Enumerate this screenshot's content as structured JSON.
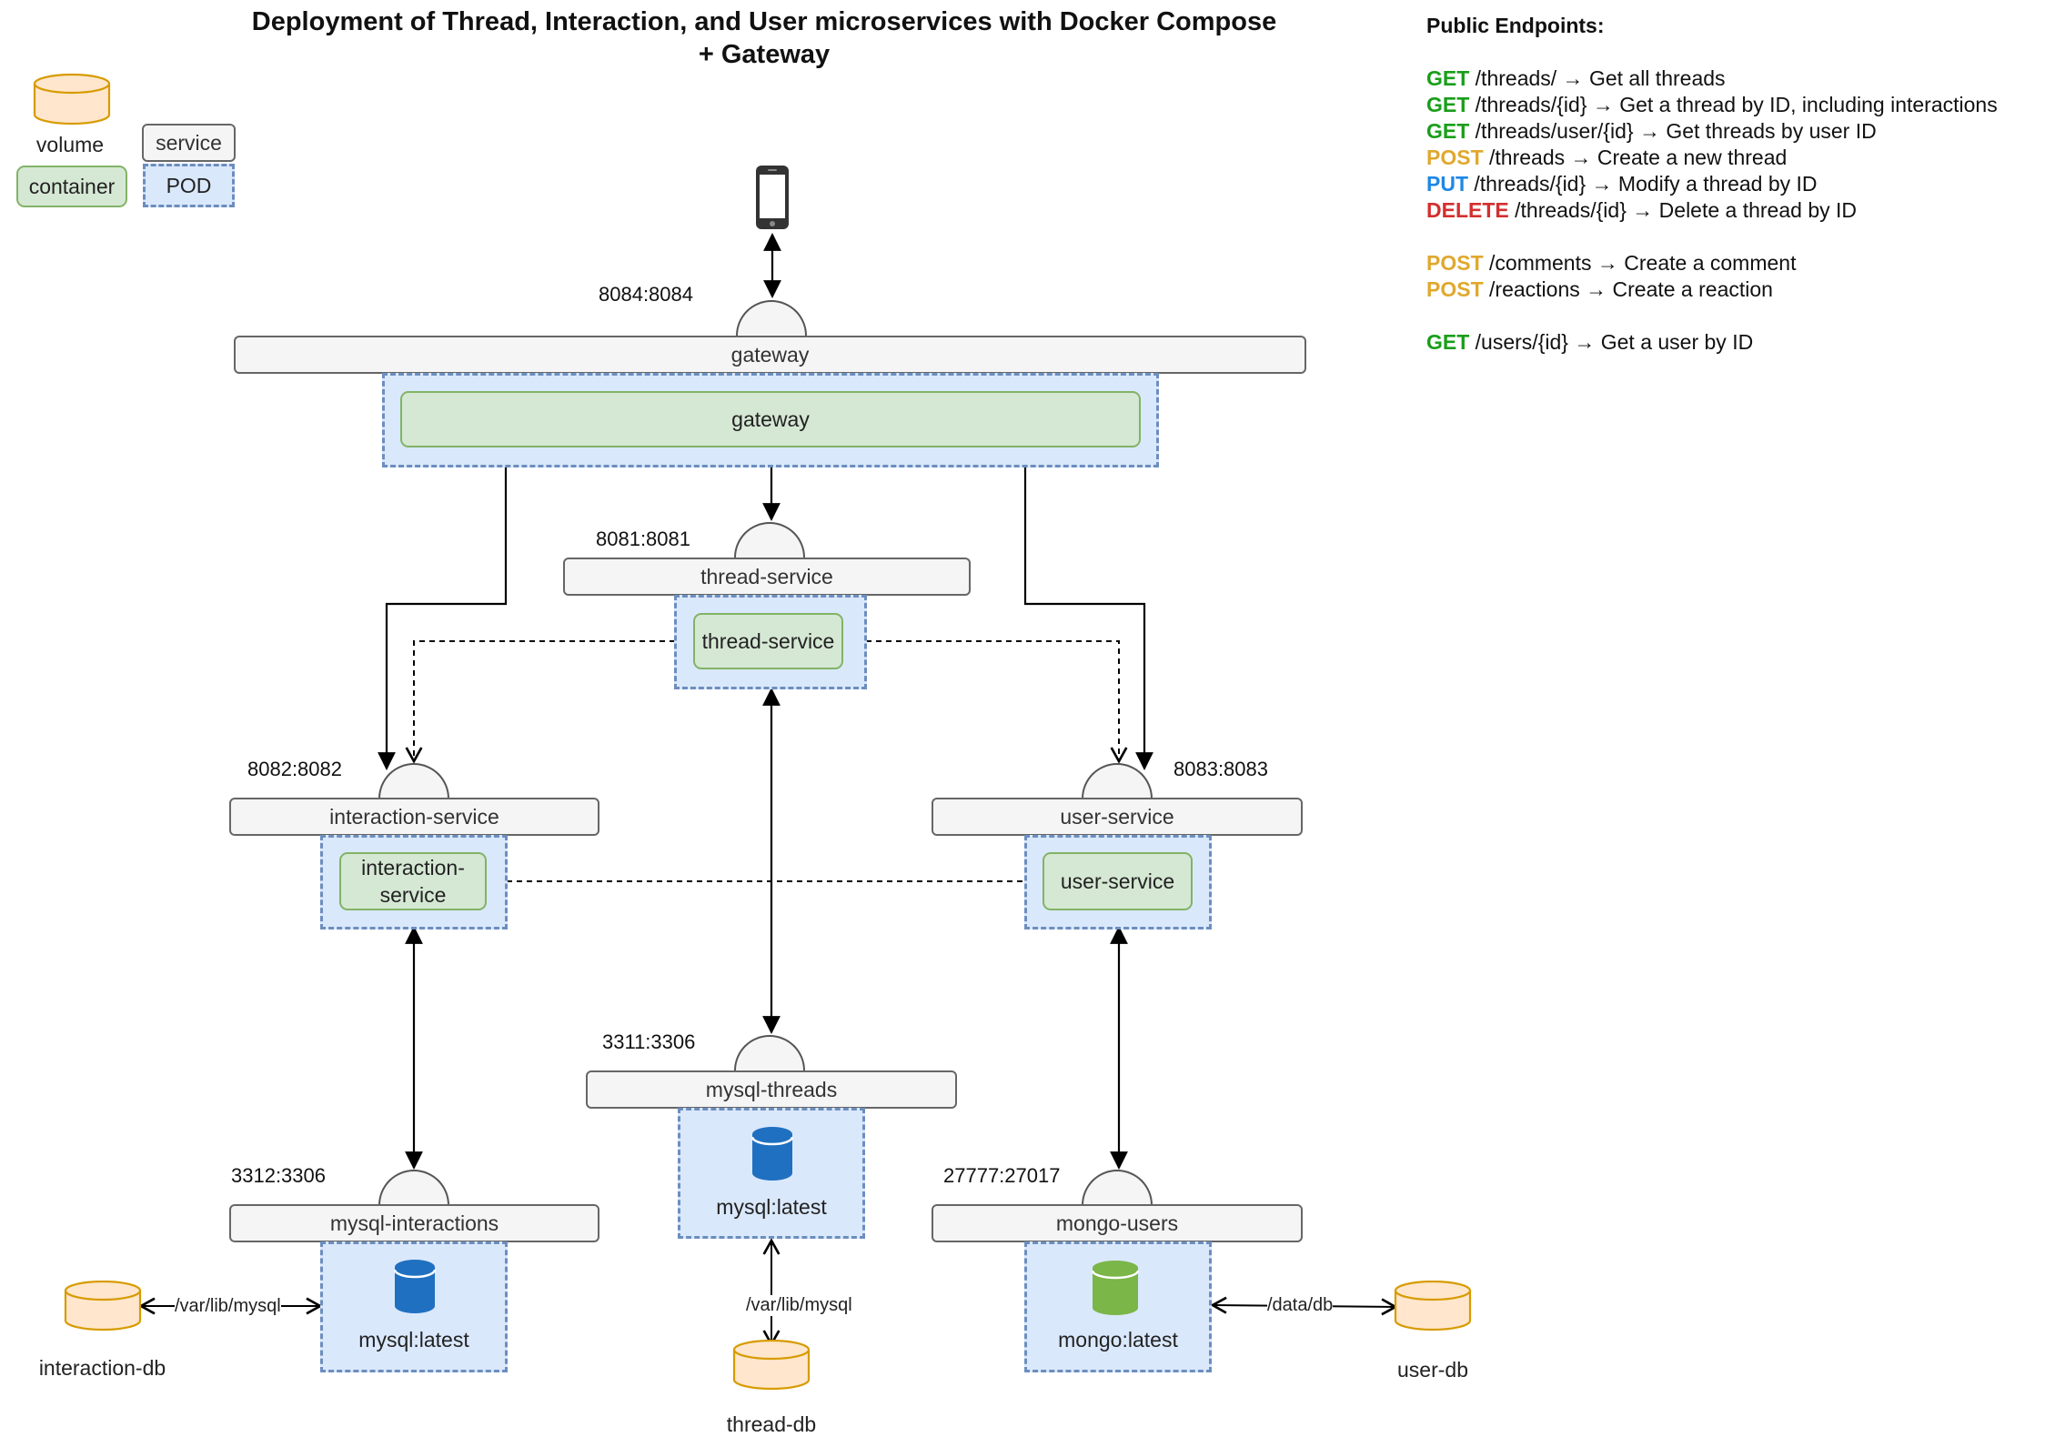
{
  "title": {
    "line1": "Deployment of Thread, Interaction, and User microservices with Docker Compose",
    "line2": "+ Gateway"
  },
  "legend": {
    "volume": "volume",
    "service": "service",
    "container": "container",
    "pod": "POD"
  },
  "colors": {
    "service_fill": "#f5f5f5",
    "pod_fill": "#dae8fc",
    "pod_border": "#6c8ebf",
    "container_fill": "#d5e8d4",
    "container_border": "#82b366",
    "volume_fill": "#ffe6cc",
    "volume_border": "#d79b00",
    "mysql_icon": "#1f70c1",
    "mongo_icon": "#7ab648",
    "get": "#1a9e1a",
    "post": "#e0a82e",
    "put": "#1e88e5",
    "delete": "#d32f2f"
  },
  "client": {
    "icon": "smartphone-icon"
  },
  "gateway": {
    "port": "8084:8084",
    "service": "gateway",
    "container": "gateway"
  },
  "thread_service": {
    "port": "8081:8081",
    "service": "thread-service",
    "container": "thread-service"
  },
  "interaction_service": {
    "port": "8082:8082",
    "service": "interaction-service",
    "container_line1": "interaction-",
    "container_line2": "service"
  },
  "user_service": {
    "port": "8083:8083",
    "service": "user-service",
    "container": "user-service"
  },
  "mysql_threads": {
    "port": "3311:3306",
    "service": "mysql-threads",
    "image": "mysql:latest",
    "icon": "database-icon"
  },
  "mysql_interactions": {
    "port": "3312:3306",
    "service": "mysql-interactions",
    "image": "mysql:latest",
    "icon": "database-icon"
  },
  "mongo_users": {
    "port": "27777:27017",
    "service": "mongo-users",
    "image": "mongo:latest",
    "icon": "database-icon"
  },
  "volumes": {
    "interaction_db": {
      "name": "interaction-db",
      "mount": "/var/lib/mysql"
    },
    "thread_db": {
      "name": "thread-db",
      "mount": "/var/lib/mysql"
    },
    "user_db": {
      "name": "user-db",
      "mount": "/data/db"
    }
  },
  "endpoints": {
    "heading": "Public Endpoints:",
    "groups": [
      [
        {
          "method": "GET",
          "text": " /threads/ → Get all threads"
        },
        {
          "method": "GET",
          "text": " /threads/{id} → Get a thread by ID, including interactions"
        },
        {
          "method": "GET",
          "text": " /threads/user/{id} → Get threads by user ID"
        },
        {
          "method": "POST",
          "text": " /threads → Create a new thread"
        },
        {
          "method": "PUT",
          "text": " /threads/{id} → Modify a thread by ID"
        },
        {
          "method": "DELETE",
          "text": " /threads/{id} → Delete a thread by ID"
        }
      ],
      [
        {
          "method": "POST",
          "text": " /comments → Create a comment"
        },
        {
          "method": "POST",
          "text": " /reactions → Create a reaction"
        }
      ],
      [
        {
          "method": "GET",
          "text": " /users/{id} → Get a user by ID"
        }
      ]
    ]
  }
}
